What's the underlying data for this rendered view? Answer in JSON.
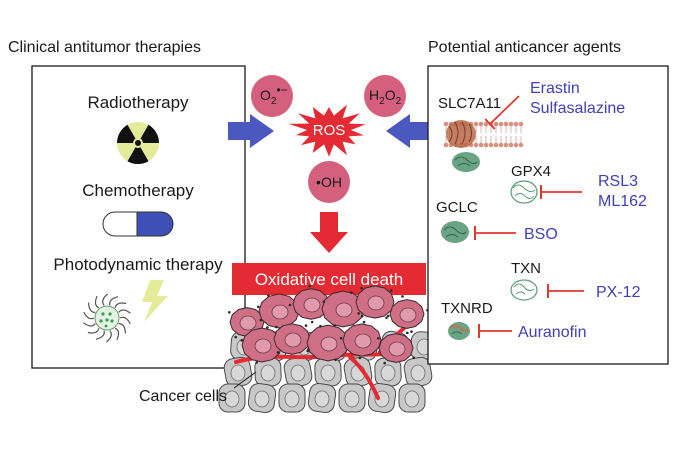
{
  "headings": {
    "left": "Clinical antitumor therapies",
    "right": "Potential anticancer agents"
  },
  "therapies": [
    {
      "label": "Radiotherapy",
      "icon": "radiation-icon"
    },
    {
      "label": "Chemotherapy",
      "icon": "capsule-icon"
    },
    {
      "label": "Photodynamic therapy",
      "icon": "photosensitizer-icon"
    }
  ],
  "ros": {
    "center": "ROS",
    "superoxide": {
      "base": "O",
      "sub": "2",
      "sup": "•−"
    },
    "peroxide": {
      "base": "H",
      "sub1": "2",
      "mid": "O",
      "sub2": "2"
    },
    "hydroxyl": "•OH"
  },
  "outcome": "Oxidative cell death",
  "cancer_label": "Cancer cells",
  "targets": [
    {
      "gene": "SLC7A11",
      "inhibitors": [
        "Erastin",
        "Sulfasalazine"
      ]
    },
    {
      "gene": "GPX4",
      "inhibitors": [
        "RSL3",
        "ML162"
      ]
    },
    {
      "gene": "GCLC",
      "inhibitors": [
        "BSO"
      ]
    },
    {
      "gene": "TXN",
      "inhibitors": [
        "PX-12"
      ]
    },
    {
      "gene": "TXNRD",
      "inhibitors": [
        "Auranofin"
      ]
    }
  ],
  "colors": {
    "arrow_blue": "#4a58bf",
    "burst_red": "#e42a33",
    "bubble_pink": "#d4607e",
    "drug_blue": "#4040b8",
    "inhibit_red": "#e03a30",
    "cell_pink": "#cf6f86",
    "tissue_grey": "#c8c8c8",
    "radiation_yellow": "#e4ec9a",
    "protein_green": "#5a9a78"
  }
}
